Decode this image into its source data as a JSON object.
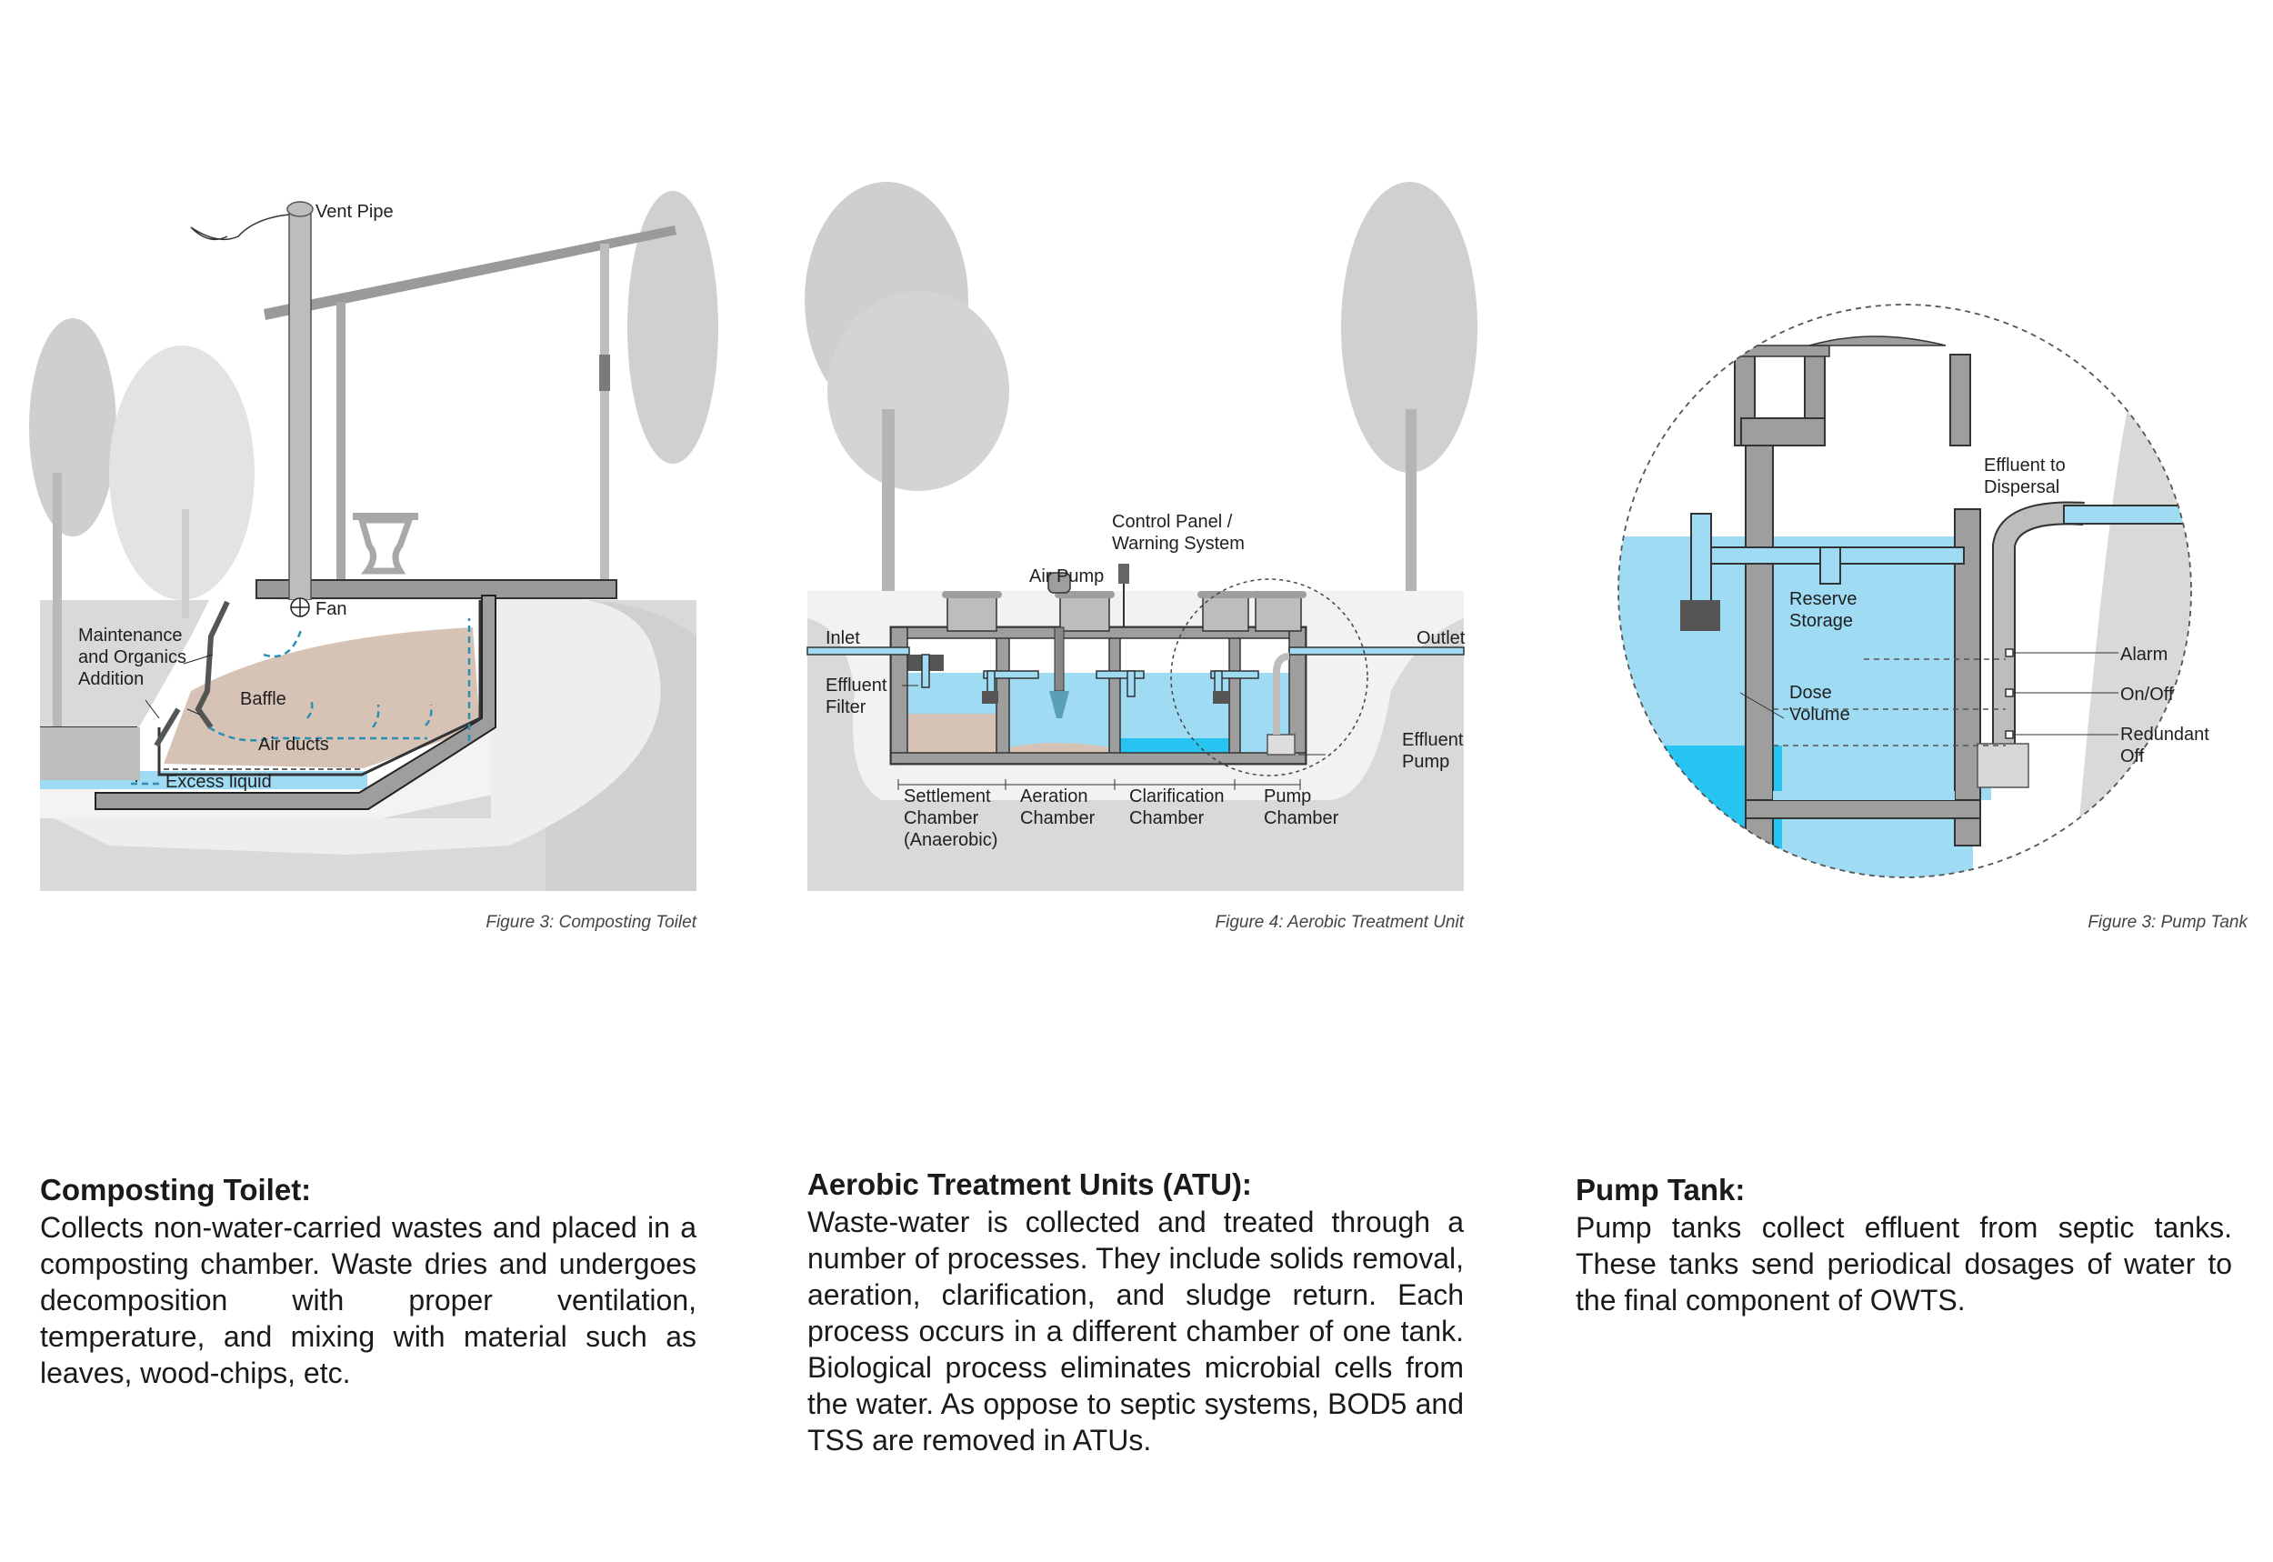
{
  "figures": {
    "composting": {
      "caption": "Figure 3: Composting Toilet",
      "labels": {
        "vent_pipe": "Vent Pipe",
        "fan": "Fan",
        "maintenance_1": "Maintenance",
        "maintenance_2": "and Organics",
        "maintenance_3": "Addition",
        "baffle": "Baffle",
        "air_ducts": "Air ducts",
        "excess_liquid": "Excess liquid"
      }
    },
    "atu": {
      "caption": "Figure 4: Aerobic Treatment Unit",
      "labels": {
        "control_panel_1": "Control Panel /",
        "control_panel_2": "Warning System",
        "air_pump": "Air Pump",
        "inlet": "Inlet",
        "outlet": "Outlet",
        "effluent_filter_1": "Effluent",
        "effluent_filter_2": "Filter",
        "effluent_pump_1": "Effluent",
        "effluent_pump_2": "Pump",
        "settlement_1": "Settlement",
        "settlement_2": "Chamber",
        "settlement_3": "(Anaerobic)",
        "aeration_1": "Aeration",
        "aeration_2": "Chamber",
        "clarification_1": "Clarification",
        "clarification_2": "Chamber",
        "pump_chamber_1": "Pump",
        "pump_chamber_2": "Chamber"
      }
    },
    "pump_tank": {
      "caption": "Figure 3: Pump Tank",
      "labels": {
        "effluent_dispersal_1": "Effluent to",
        "effluent_dispersal_2": "Dispersal",
        "reserve_1": "Reserve",
        "reserve_2": "Storage",
        "dose_1": "Dose",
        "dose_2": "Volume",
        "alarm": "Alarm",
        "on_off": "On/Off",
        "redundant_1": "Redundant",
        "redundant_2": "Off"
      }
    }
  },
  "descriptions": [
    {
      "title": "Composting Toilet:",
      "body": "Collects non-water-carried wastes and placed in a composting chamber. Waste dries and undergoes decomposition with proper ventilation, temperature, and mixing with material such as leaves, wood-chips, etc."
    },
    {
      "title": "Aerobic Treatment Units (ATU):",
      "body": "Waste-water is collected and treated through a number of processes. They include solids removal, aeration, clarification, and sludge return. Each process occurs in a different chamber of one tank. Biological process eliminates microbial cells from the water. As oppose to septic systems, BOD5 and TSS are removed in ATUs."
    },
    {
      "title": "Pump Tank:",
      "body": "Pump tanks collect effluent from septic tanks. These tanks send periodical dosages of water to the final component of OWTS."
    }
  ],
  "colors": {
    "water": "#9fdbf3",
    "water_deep": "#27c4f2",
    "wall": "#9e9e9e",
    "ground": "#d7d7d7",
    "tree": "#cacaca",
    "sludge": "#d6c3b5",
    "accent_arrow": "#2a8fb3"
  }
}
